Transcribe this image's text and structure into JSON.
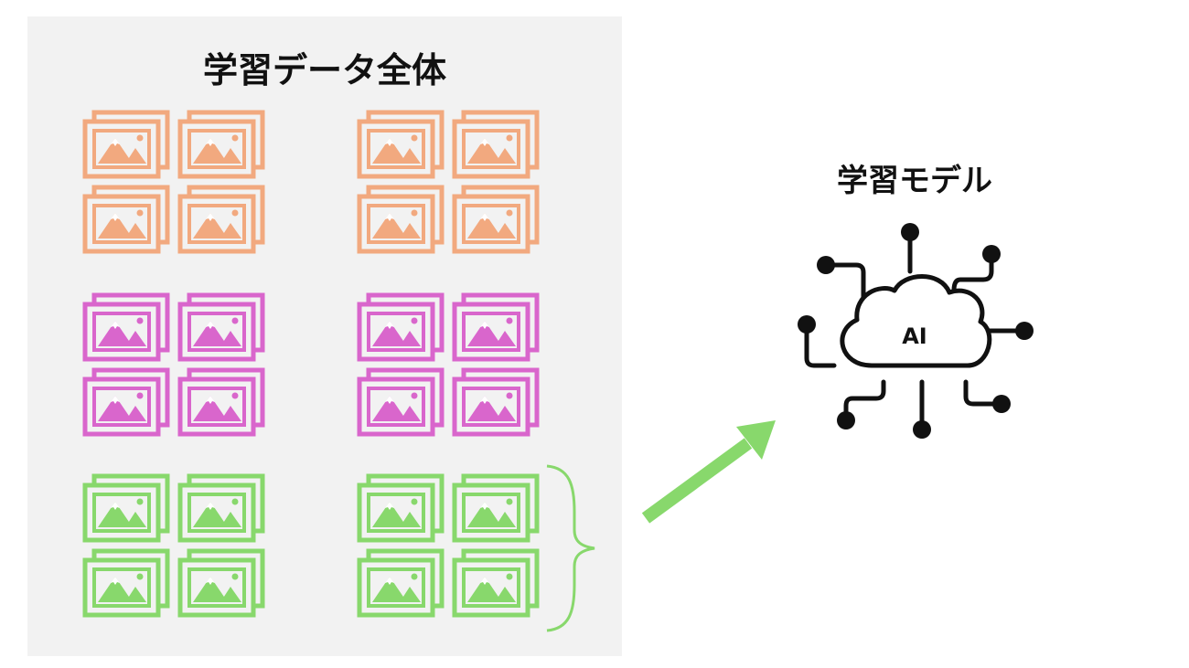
{
  "data_section": {
    "title": "学習データ全体",
    "groups": [
      {
        "color": "#f2a97f",
        "clusters": 2,
        "images_per_cluster": 4
      },
      {
        "color": "#d966cc",
        "clusters": 2,
        "images_per_cluster": 4
      },
      {
        "color": "#88d86c",
        "clusters": 2,
        "images_per_cluster": 4
      }
    ],
    "brace_color": "#88d86c"
  },
  "arrow": {
    "color": "#88d86c"
  },
  "model": {
    "title": "学習モデル",
    "cloud_label": "AI",
    "icon": "ai-cloud-network-icon"
  }
}
